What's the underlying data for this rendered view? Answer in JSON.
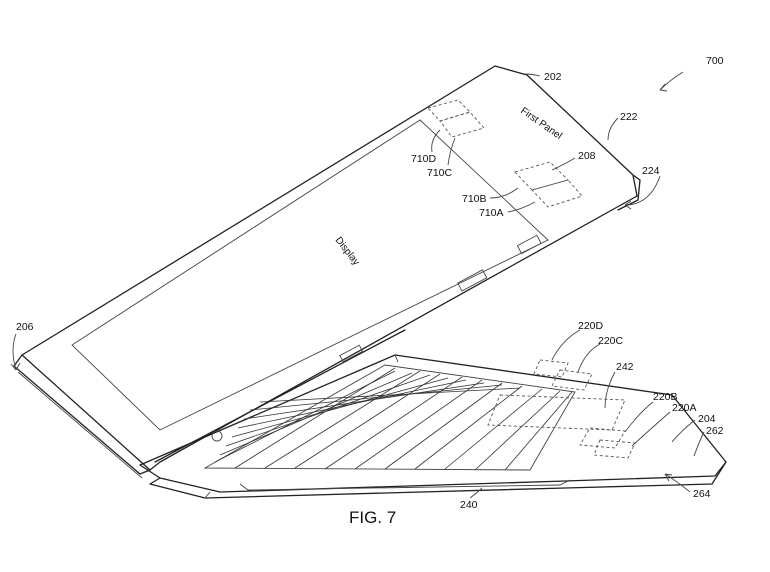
{
  "figure": {
    "caption": "FIG. 7",
    "display_text": "Display",
    "first_panel_text": "First Panel"
  },
  "labels": {
    "r700": "700",
    "r202": "202",
    "r222": "222",
    "r224": "224",
    "r208": "208",
    "r710D": "710D",
    "r710C": "710C",
    "r710B": "710B",
    "r710A": "710A",
    "r206": "206",
    "r220D": "220D",
    "r220C": "220C",
    "r242": "242",
    "r220B": "220B",
    "r220A": "220A",
    "r204": "204",
    "r262": "262",
    "r240": "240",
    "r264": "264"
  }
}
